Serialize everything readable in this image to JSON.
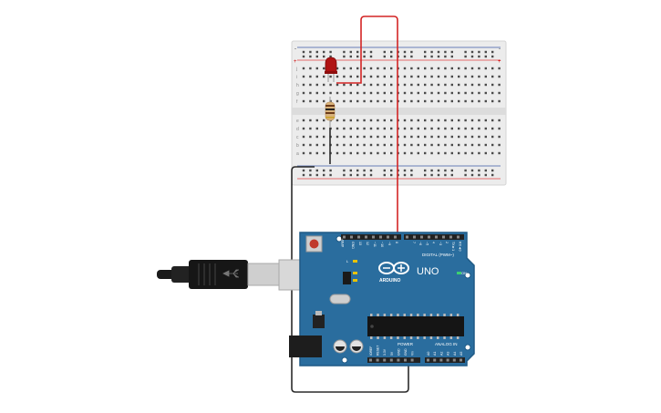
{
  "breadboard": {
    "row_letters_top": [
      "j",
      "i",
      "h",
      "g",
      "f"
    ],
    "row_letters_bottom": [
      "e",
      "d",
      "c",
      "b",
      "a"
    ],
    "column_count": 30,
    "rail_minus": "-",
    "rail_plus": "+"
  },
  "arduino": {
    "brand": "ARDUINO",
    "model": "UNO",
    "digital_header": "DIGITAL (PWM~)",
    "analog_header": "ANALOG IN",
    "power_header": "POWER",
    "led_l": "L",
    "led_tx": "TX",
    "led_rx": "RX",
    "led_on": "ON",
    "aref_label": "AREF",
    "gnd_label": "GND",
    "digital_pins": [
      "13",
      "12",
      "~11",
      "~10",
      "~9",
      "8",
      "7",
      "~6",
      "~5",
      "4",
      "~3",
      "2",
      "TX►1",
      "RX◄0"
    ],
    "power_pins": [
      "IOREF",
      "RESET",
      "3.3V",
      "5V",
      "GND",
      "GND",
      "Vin"
    ],
    "analog_pins": [
      "A0",
      "A1",
      "A2",
      "A3",
      "A4",
      "A5"
    ]
  },
  "colors": {
    "board_blue": "#2a6d9e",
    "board_edge": "#1f5a85",
    "breadboard": "#ececec",
    "wire_red": "#d32525",
    "wire_black": "#2b2b2b",
    "led_red": "#b01212",
    "rail_red": "#e04040",
    "rail_blue": "#3d5aa8"
  },
  "icons": {
    "usb_cable": "usb-b-cable-icon",
    "led": "red-led-icon",
    "resistor": "resistor-icon",
    "logo": "arduino-infinity-logo-icon"
  }
}
